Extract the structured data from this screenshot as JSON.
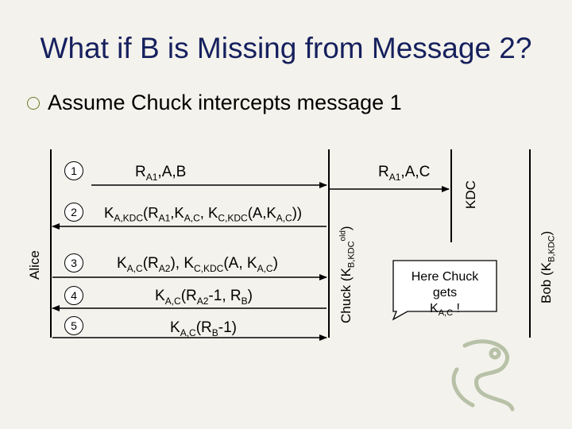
{
  "title": "What if B is Missing from Message 2?",
  "bullet": "Assume Chuck intercepts message 1",
  "participants": {
    "alice": "Alice",
    "chuck": "Chuck",
    "kdc": "KDC",
    "bob": "Bob"
  },
  "steps": [
    "1",
    "2",
    "3",
    "4",
    "5"
  ],
  "callout": {
    "text": "Here Chuck gets"
  },
  "colors": {
    "title": "#16205e",
    "bullet": "#6b7d28",
    "callout_fill": "#ffffff",
    "background": "#f3f2ec",
    "watermark": "#a9b596"
  }
}
